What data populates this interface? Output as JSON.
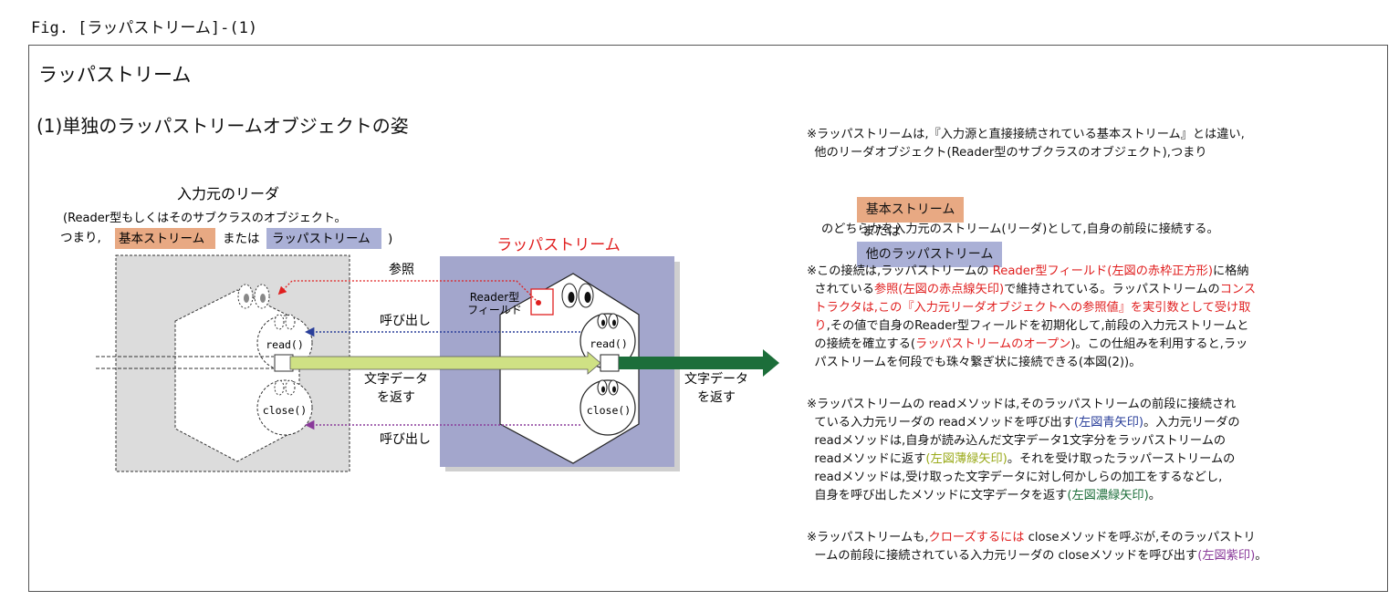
{
  "caption": "Fig. [ラッパストリーム]-(1)",
  "title": "ラッパストリーム",
  "subtitle": "(1)単独のラッパストリームオブジェクトの姿",
  "colors": {
    "base_stream": "#e8a983",
    "wrapper_stream": "#aab0d6",
    "wrapper_box": "#a3a6cc",
    "source_box": "#dcdcdc",
    "red": "#e01f1f",
    "blue": "#2a3f9a",
    "light_green": "#cfe184",
    "dark_green": "#1c6e3a",
    "purple": "#8a3a9a"
  },
  "diagram": {
    "source_title": "入力元のリーダ",
    "source_desc_line1": "(Reader型もしくはそのサブクラスのオブジェクト。",
    "source_desc_prefix": "つまり,",
    "source_desc_base": "基本ストリーム",
    "source_desc_or": "または",
    "source_desc_wrapper": "ラッパストリーム",
    "source_desc_close": ")",
    "wrapper_title": "ラッパストリーム",
    "field_label_line1": "Reader型",
    "field_label_line2": "フィールド",
    "label_reference": "参照",
    "label_call_read": "呼び出し",
    "label_call_close": "呼び出し",
    "label_return_chars_line1": "文字データ",
    "label_return_chars_line2": "を返す",
    "label_return_out_line1": "文字データ",
    "label_return_out_line2": "を返す",
    "method_read": "read()",
    "method_close": "close()"
  },
  "notes": {
    "n1_line1": "※ラッパストリームは,『入力源と直接接続されている基本ストリーム』とは違い,",
    "n1_line2": "  他のリーダオブジェクト(Reader型のサブクラスのオブジェクト),つまり",
    "box_base": "基本ストリーム",
    "box_or": "または",
    "box_wrapper": "他のラッパストリーム",
    "n1_line3": "のどちらかを入力元のストリーム(リーダ)として,自身の前段に接続する。",
    "n2_a": "※この接続は,ラッパストリームの ",
    "n2_b": "Reader型フィールド(左図の赤枠正方形)",
    "n2_c": "に格納",
    "n2_d": "  されている",
    "n2_e": "参照(左図の赤点線矢印)",
    "n2_f": "で維持されている。ラッパストリームの",
    "n2_g": "コンス",
    "n2_h": "  トラクタは,この『入力元リーダオブジェクトへの参照値』を実引数として受け取",
    "n2_i": "  り",
    "n2_j": ",その値で自身のReader型フィールドを初期化して,前段の入力元ストリームと",
    "n2_k": "  の接続を確立する(",
    "n2_l": "ラッパストリームのオープン",
    "n2_m": ")。この仕組みを利用すると,ラッ",
    "n2_n": "  パストリームを何段でも珠々繋ぎ状に接続できる(本図(2))。",
    "n3_a": "※ラッパストリームの readメソッドは,そのラッパストリームの前段に接続され",
    "n3_b": "  ている入力元リーダの readメソッドを呼び出す",
    "n3_c": "(左図青矢印)",
    "n3_d": "。入力元リーダの",
    "n3_e": "  readメソッドは,自身が読み込んだ文字データ1文字分をラッパストリームの",
    "n3_f": "  readメソッドに返す",
    "n3_g": "(左図薄緑矢印)",
    "n3_h": "。それを受け取ったラッパーストリームの",
    "n3_i": "  readメソッドは,受け取った文字データに対し何かしらの加工をするなどし,",
    "n3_j": "  自身を呼び出したメソッドに文字データを返す",
    "n3_k": "(左図濃緑矢印)",
    "n3_l": "。",
    "n4_a": "※ラッパストリームも,",
    "n4_b": "クローズするには",
    "n4_c": " closeメソッドを呼ぶが,そのラッパストリ",
    "n4_d": "  ームの前段に接続されている入力元リーダの closeメソッドを呼び出す",
    "n4_e": "(左図紫印)",
    "n4_f": "。"
  }
}
